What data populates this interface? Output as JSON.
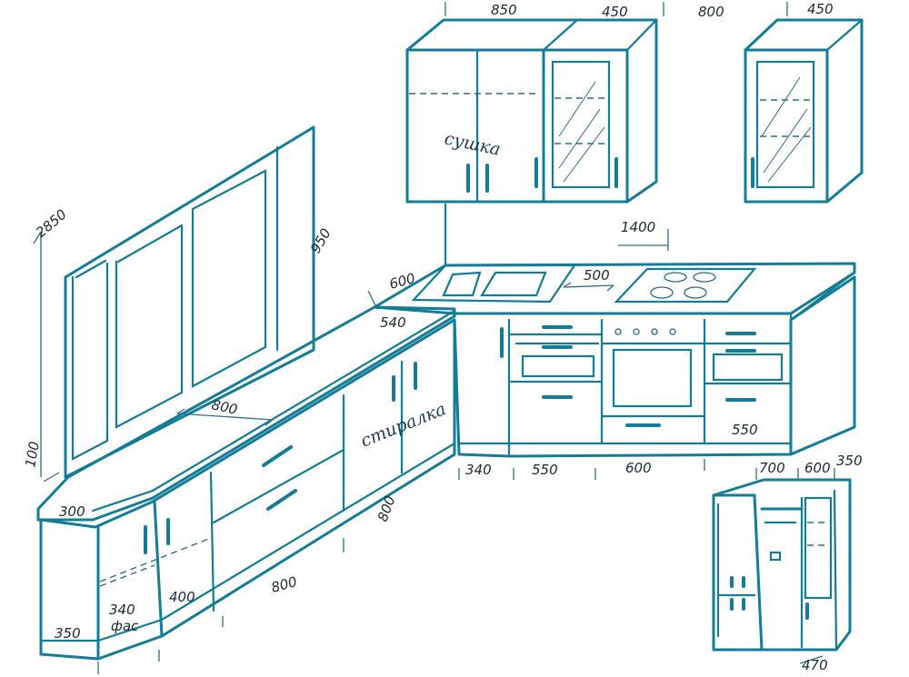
{
  "dimensions": {
    "top_850": "850",
    "top_450": "450",
    "top_800": "800",
    "top_450b": "450",
    "height_2850": "2850",
    "depth_950": "950",
    "dim_1400": "1400",
    "dim_600": "600",
    "dim_500": "500",
    "dim_540": "540",
    "dim_800_counter": "800",
    "dim_100": "100",
    "dim_300": "300",
    "dim_340_bottom": "340",
    "dim_550": "550",
    "dim_600_bottom": "600",
    "dim_550_right": "550",
    "dim_800_right": "800",
    "dim_800_bottom": "800",
    "dim_400": "400",
    "dim_340": "340",
    "dim_fas": "фас",
    "dim_350": "350",
    "tall_700": "700",
    "tall_600": "600",
    "tall_350": "350",
    "tall_470": "470"
  },
  "labels": {
    "dryer": "сушка",
    "washer": "стиралка"
  },
  "colors": {
    "ink": "#137c97",
    "paper": "#ffffff"
  }
}
